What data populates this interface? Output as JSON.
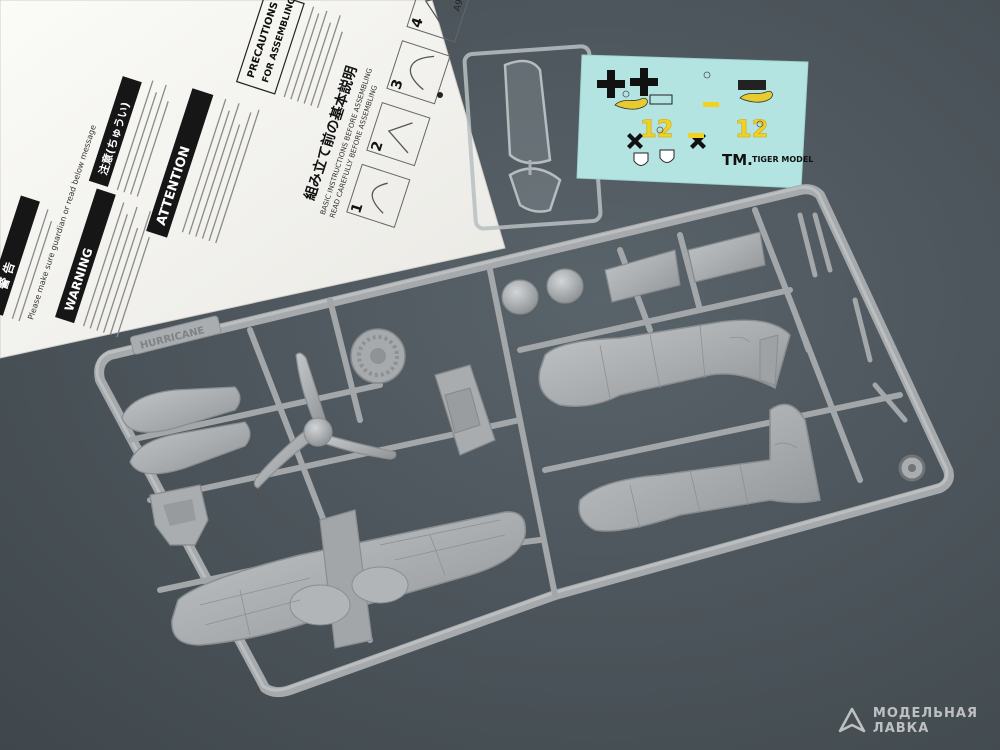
{
  "instruction_sheet": {
    "attention": "ATTENTION",
    "warning": "WARNING",
    "precautions_line1": "PRECAUTIONS",
    "precautions_line2": "FOR ASSEMBLING",
    "caution_jp": "注意(ちゅうい)",
    "warning_jp": "警 告",
    "basic_title_jp": "組み立て前の基本説明",
    "basic_en_line1": "BASIC INSTRUCTIONS BEFORE ASSEMBLING",
    "basic_en_line2": "READ CAREFULLY BEFORE ASSEMBLING",
    "step_1": "1",
    "step_2": "2",
    "step_3": "3",
    "step_4": "4",
    "part_ref": "A9",
    "warning_body": "Please make sure guardian or read below message"
  },
  "decal_sheet": {
    "number_left": "12",
    "number_right": "12",
    "brand_logo": "TM.",
    "brand_name": "TIGER MODEL"
  },
  "sprue": {
    "frame_tag": "HURRICANE"
  },
  "watermark": {
    "line1": "МОДЕЛЬНАЯ",
    "line2": "ЛАВКА"
  },
  "colors": {
    "plastic": "#a9adaf",
    "background": "#4d565c",
    "decal_paper": "#b5e6e3",
    "decal_yellow": "#f2d21f",
    "paper": "#f4f3ef"
  }
}
